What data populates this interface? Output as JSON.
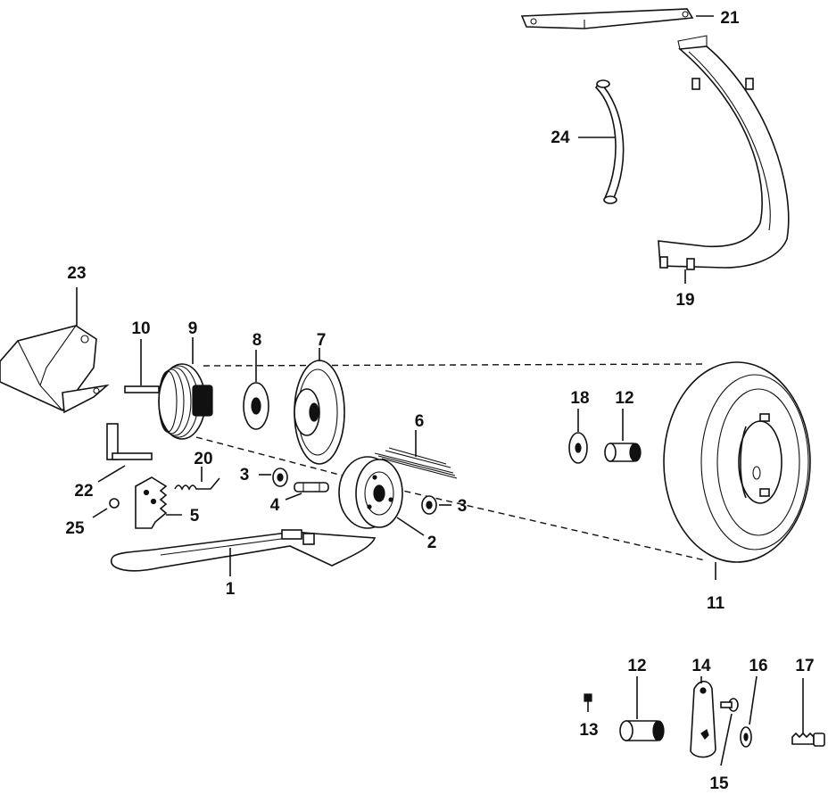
{
  "callouts": {
    "c1": "1",
    "c2": "2",
    "c3a": "3",
    "c3b": "3",
    "c4": "4",
    "c5": "5",
    "c6": "6",
    "c7": "7",
    "c8": "8",
    "c9": "9",
    "c10": "10",
    "c11": "11",
    "c12a": "12",
    "c12b": "12",
    "c13": "13",
    "c14": "14",
    "c15": "15",
    "c16": "16",
    "c17": "17",
    "c18": "18",
    "c19": "19",
    "c20": "20",
    "c21": "21",
    "c22": "22",
    "c23": "23",
    "c24": "24",
    "c25": "25"
  }
}
